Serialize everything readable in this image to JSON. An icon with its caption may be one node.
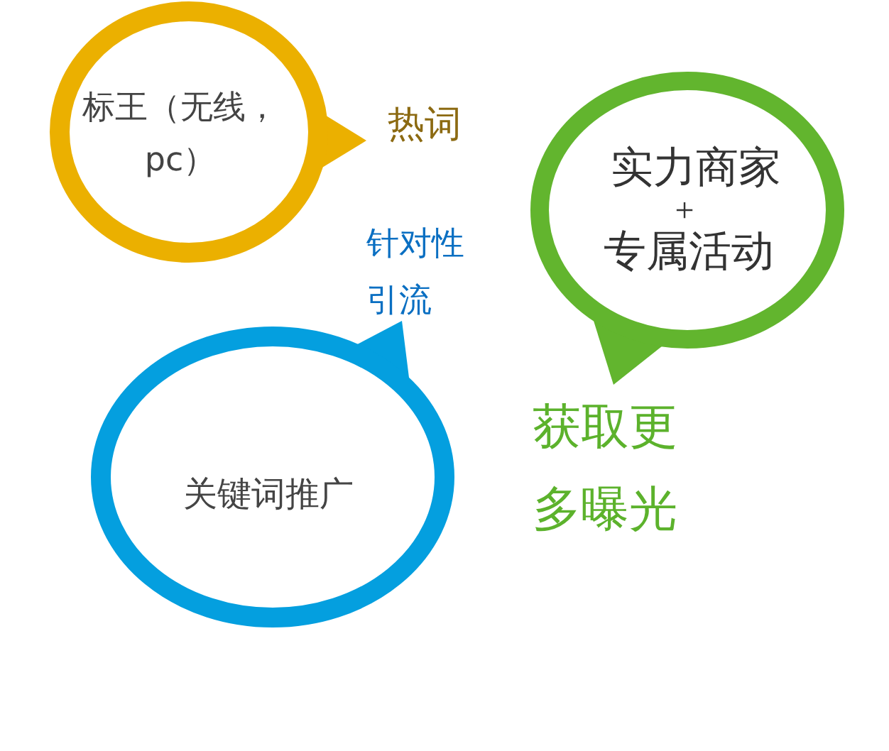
{
  "diagram": {
    "nodes": [
      {
        "text": [
          "标王（无线，pc）"
        ],
        "beside": [
          "热词"
        ]
      },
      {
        "text": [
          "实力商家",
          "+",
          "专属活动"
        ],
        "beside": [
          "获取更多曝光"
        ]
      },
      {
        "text": [
          "关键词推广"
        ],
        "beside": [
          "针对性引流"
        ]
      }
    ]
  }
}
